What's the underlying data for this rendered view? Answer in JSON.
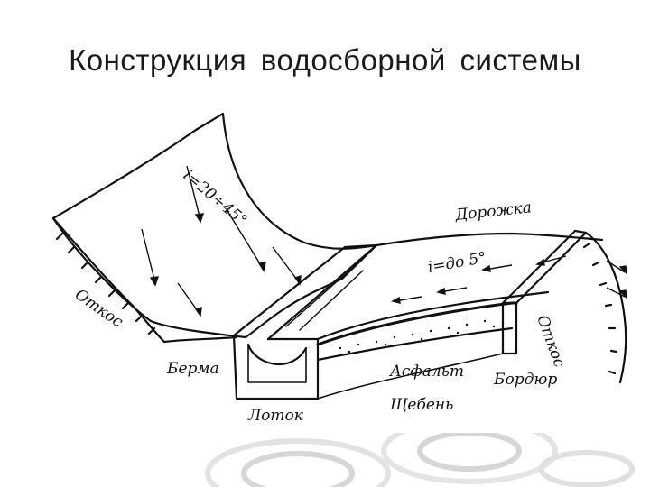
{
  "slide": {
    "title": "Конструкция водосборной системы"
  },
  "diagram": {
    "labels": {
      "slope_grade": "i=20÷45°",
      "path": "Дорожка",
      "path_grade": "i=до 5°",
      "slope": "Откос",
      "berm": "Берма",
      "asphalt": "Асфальт",
      "curb": "Бордюр",
      "gravel": "Щебень",
      "gutter": "Лоток",
      "right_slope": "Откос"
    }
  }
}
